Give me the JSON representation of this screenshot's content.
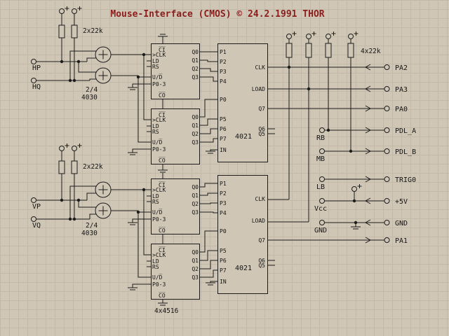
{
  "labels": {
    "title": "Mouse-Interface (CMOS) © 24.2.1991 THOR",
    "resistors_top_left": "2x22k",
    "resistors_bottom_left": "2x22k",
    "resistors_right": "4x22k",
    "gate_fraction": "2/4",
    "gate_part": "4030",
    "counter_part": "4x4516",
    "shift_part": "4021"
  },
  "terminals": {
    "hp": "HP",
    "hq": "HQ",
    "vp": "VP",
    "vq": "VQ",
    "rb": "RB",
    "mb": "MB",
    "lb": "LB",
    "vcc": "Vcc",
    "gnd_mid": "GND",
    "pa2": "PA2",
    "pa3": "PA3",
    "pa0": "PA0",
    "pdl_a": "PDL_A",
    "pdl_b": "PDL_B",
    "trig0": "TRIG0",
    "p5v": "+5V",
    "gnd": "GND",
    "pa1": "PA1"
  },
  "pins": {
    "ctr": {
      "ci": "C̅I̅",
      "clk": ">CLK",
      "ld": "LD",
      "rs": "RS",
      "ud": "U/D̅",
      "p03": "P0-3",
      "co": "C̅O̅",
      "q0": "Q0",
      "q1": "Q1",
      "q2": "Q2",
      "q3": "Q3"
    },
    "sr": {
      "p1": "P1",
      "p2": "P2",
      "p3": "P3",
      "p4": "P4",
      "p0": "P0",
      "p5": "P5",
      "p6": "P6",
      "p7": "P7",
      "in": "IN",
      "clk": "CLK",
      "load": "LOAD",
      "q7": "Q7",
      "q6": "Q6",
      "q5": "Q5"
    }
  },
  "colors": {
    "background": "#cfc6b6",
    "grid": "#c2b9a8",
    "wire": "#1c1c1c",
    "title_text": "#8c1d1d",
    "label_text": "#151515"
  }
}
